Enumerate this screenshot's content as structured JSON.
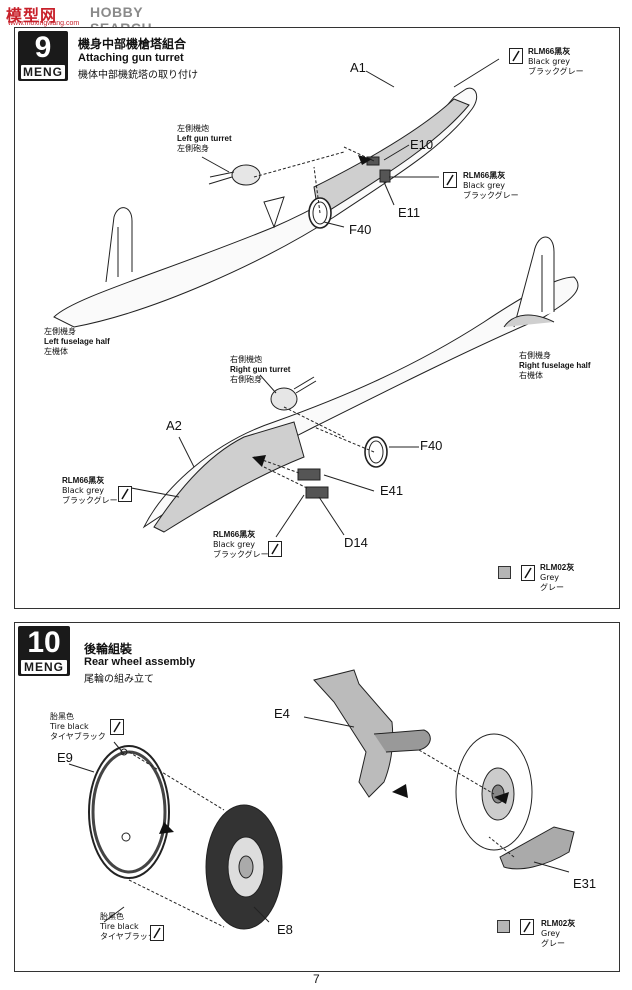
{
  "watermark": {
    "logo": "模型网",
    "brand": "HOBBY SEARCH",
    "url": "www.moxingwang.com"
  },
  "step9": {
    "number": "9",
    "brand": "MENG",
    "title_cn": "機身中部機槍塔組合",
    "title_en": "Attaching gun turret",
    "title_jp": "機体中部機銃塔の取り付け",
    "parts": {
      "a1": "A1",
      "e10": "E10",
      "e11": "E11",
      "f40_top": "F40",
      "a2": "A2",
      "f40_bottom": "F40",
      "e41": "E41",
      "d14": "D14"
    },
    "left_turret": {
      "cn": "左側機炮",
      "en": "Left gun turret",
      "jp": "左側砲身"
    },
    "left_half": {
      "cn": "左側機身",
      "en": "Left fuselage half",
      "jp": "左機体"
    },
    "right_turret": {
      "cn": "右側機炮",
      "en": "Right gun turret",
      "jp": "右側砲身"
    },
    "right_half": {
      "cn": "右側機身",
      "en": "Right fuselage half",
      "jp": "右機体"
    },
    "paint_a1": {
      "cn": "RLM66黑灰",
      "en": "Black grey",
      "jp": "ブラックグレー"
    },
    "paint_e11": {
      "cn": "RLM66黑灰",
      "en": "Black grey",
      "jp": "ブラックグレー"
    },
    "paint_a2": {
      "cn": "RLM66黑灰",
      "en": "Black grey",
      "jp": "ブラックグレー"
    },
    "paint_d14": {
      "cn": "RLM66黑灰",
      "en": "Black grey",
      "jp": "ブラックグレー"
    },
    "legend": {
      "cn": "RLM02灰",
      "en": "Grey",
      "jp": "グレー",
      "color": "#b5b5b5"
    }
  },
  "step10": {
    "number": "10",
    "brand": "MENG",
    "title_cn": "後輪組裝",
    "title_en": "Rear wheel assembly",
    "title_jp": "尾輪の組み立て",
    "parts": {
      "e4": "E4",
      "e9": "E9",
      "e8": "E8",
      "e31": "E31"
    },
    "tire_top": {
      "cn": "胎黑色",
      "en": "Tire black",
      "jp": "タイヤブラック"
    },
    "tire_bottom": {
      "cn": "胎黑色",
      "en": "Tire black",
      "jp": "タイヤブラック"
    },
    "legend": {
      "cn": "RLM02灰",
      "en": "Grey",
      "jp": "グレー",
      "color": "#b5b5b5"
    }
  },
  "page_number": "7"
}
